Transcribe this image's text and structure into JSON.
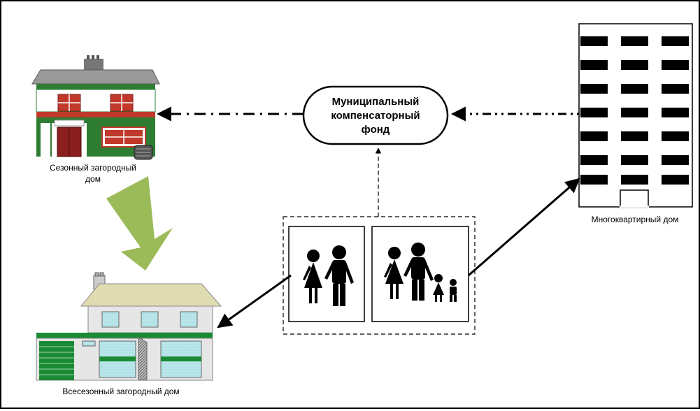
{
  "fund": {
    "line1": "Муниципальный",
    "line2": "компенсаторный",
    "line3": "фонд"
  },
  "labels": {
    "seasonal_line1": "Сезонный загородный",
    "seasonal_line2": "дом",
    "apartment": "Многоквартирный дом",
    "allseason": "Всесезонный загородный дом"
  },
  "colors": {
    "big_arrow": "#9bbb59",
    "lines": "#000000",
    "seasonal_green": "#2e7d32",
    "seasonal_red": "#c0392b",
    "window_fill": "#b9e6ea",
    "roof_fill": "#e6e2b8",
    "garage_green": "#1b8a35"
  }
}
